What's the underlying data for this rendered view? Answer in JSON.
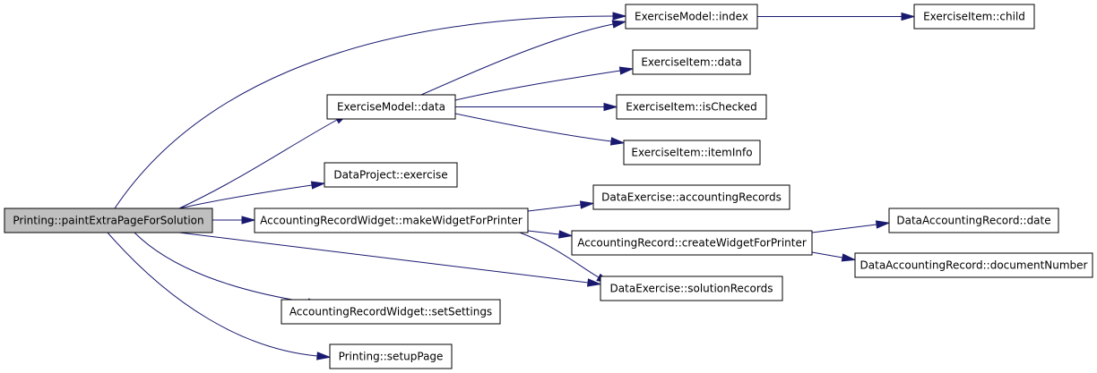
{
  "colors": {
    "edge": "#191970",
    "node_fill": "#ffffff",
    "root_fill": "#bfbfbf",
    "node_border": "#000000"
  },
  "nodes": {
    "root": "Printing::paintExtraPageForSolution",
    "model_index": "ExerciseModel::index",
    "item_child": "ExerciseItem::child",
    "item_data": "ExerciseItem::data",
    "model_data": "ExerciseModel::data",
    "item_checked": "ExerciseItem::isChecked",
    "item_info": "ExerciseItem::itemInfo",
    "project_exercise": "DataProject::exercise",
    "dex_records": "DataExercise::accountingRecords",
    "arw_make": "AccountingRecordWidget::makeWidgetForPrinter",
    "ar_create": "AccountingRecord::createWidgetForPrinter",
    "dar_date": "DataAccountingRecord::date",
    "dar_docnum": "DataAccountingRecord::documentNumber",
    "dex_solution": "DataExercise::solutionRecords",
    "arw_settings": "AccountingRecordWidget::setSettings",
    "setup_page": "Printing::setupPage"
  },
  "edges": [
    {
      "from": "root",
      "to": "model_index"
    },
    {
      "from": "root",
      "to": "model_data"
    },
    {
      "from": "root",
      "to": "project_exercise"
    },
    {
      "from": "root",
      "to": "arw_make"
    },
    {
      "from": "root",
      "to": "dex_solution"
    },
    {
      "from": "root",
      "to": "arw_settings"
    },
    {
      "from": "root",
      "to": "setup_page"
    },
    {
      "from": "model_data",
      "to": "model_index"
    },
    {
      "from": "model_data",
      "to": "item_data"
    },
    {
      "from": "model_data",
      "to": "item_checked"
    },
    {
      "from": "model_data",
      "to": "item_info"
    },
    {
      "from": "model_index",
      "to": "item_child"
    },
    {
      "from": "arw_make",
      "to": "dex_records"
    },
    {
      "from": "arw_make",
      "to": "ar_create"
    },
    {
      "from": "arw_make",
      "to": "dex_solution"
    },
    {
      "from": "ar_create",
      "to": "dar_date"
    },
    {
      "from": "ar_create",
      "to": "dar_docnum"
    }
  ]
}
